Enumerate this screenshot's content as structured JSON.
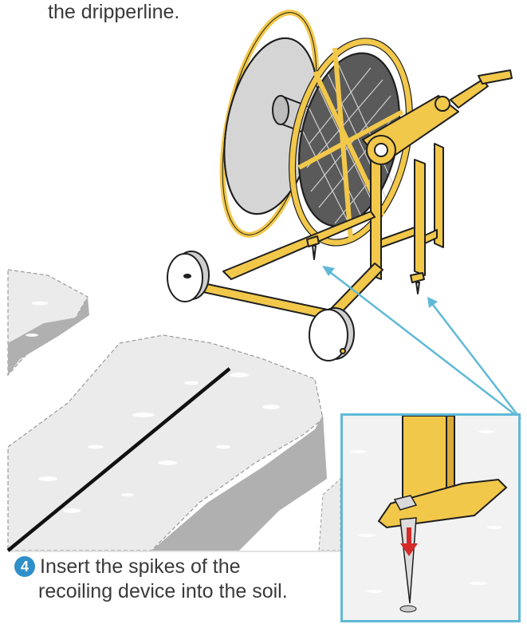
{
  "intro": {
    "tail_text": "the dripperline."
  },
  "step": {
    "number": "4",
    "line1": "Insert the spikes of the",
    "line2": "recoiling device into the soil."
  },
  "colors": {
    "frame_yellow": "#f2c84b",
    "outline": "#1f1f1f",
    "callout_blue": "#5fb9d6",
    "step_badge_blue": "#2f8fc9",
    "arrow_red": "#d42a2a",
    "soil_gray": "#e8e8e8",
    "trench_gray": "#a9a9a9"
  },
  "icons": {
    "reel": "hose-reel-illustration",
    "spike_detail": "spike-closeup-illustration",
    "down_arrow": "red-down-arrow-icon"
  }
}
